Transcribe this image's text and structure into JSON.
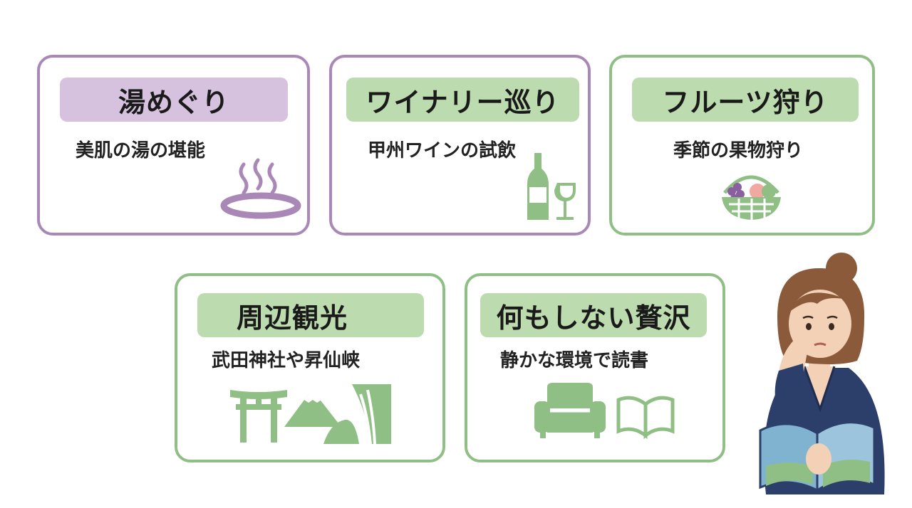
{
  "cards": [
    {
      "title": "湯めぐり",
      "subtitle": "美肌の湯の堪能",
      "theme": "purple",
      "icon": "hot-spring-icon"
    },
    {
      "title": "ワイナリー巡り",
      "subtitle": "甲州ワインの試飲",
      "theme": "purple",
      "icon": "wine-icon"
    },
    {
      "title": "フルーツ狩り",
      "subtitle": "季節の果物狩り",
      "theme": "green",
      "icon": "fruit-basket-icon"
    },
    {
      "title": "周辺観光",
      "subtitle": "武田神社や昇仙峡",
      "theme": "green",
      "icon": "sightseeing-icons"
    },
    {
      "title": "何もしない贅沢",
      "subtitle": "静かな環境で読書",
      "theme": "green",
      "icon": "relax-icons"
    }
  ],
  "colors": {
    "purple_border": "#a987b6",
    "purple_fill": "#d6c1de",
    "green_border": "#8fbf85",
    "green_fill": "#bcdbae",
    "icon_green": "#8fbf85",
    "icon_purple": "#a987b6"
  },
  "illustration": "woman-reading-icon"
}
